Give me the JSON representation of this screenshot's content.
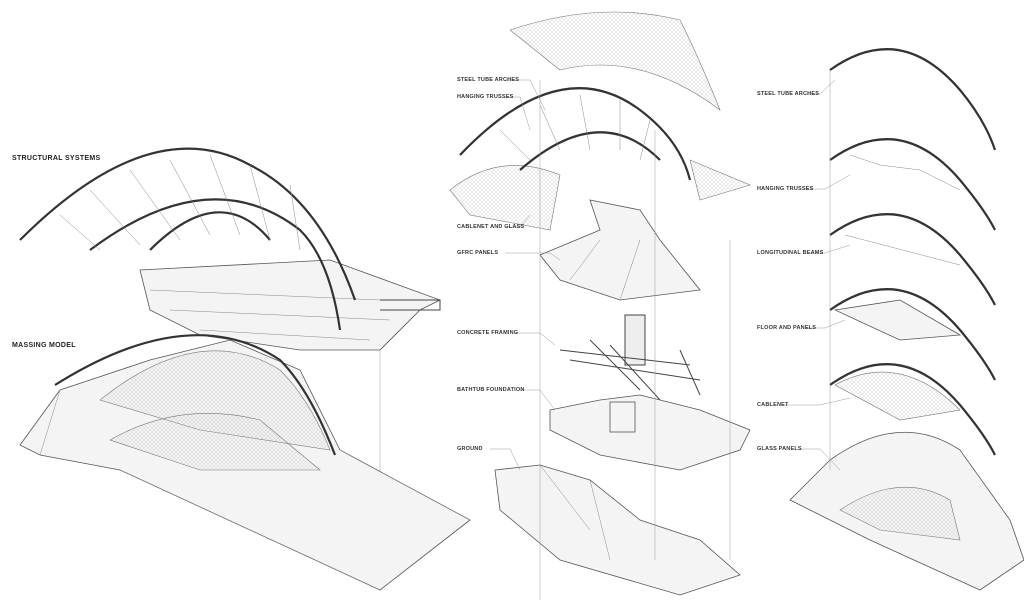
{
  "left": {
    "structural_title": "STRUCTURAL SYSTEMS",
    "massing_title": "MASSING MODEL"
  },
  "exploded": {
    "labels": [
      "STEEL TUBE ARCHES",
      "HANGING TRUSSES",
      "CABLENET AND GLASS",
      "GFRC PANELS",
      "CONCRETE FRAMING",
      "BATHTUB FOUNDATION",
      "GROUND"
    ]
  },
  "sequence": {
    "labels": [
      "STEEL TUBE ARCHES",
      "HANGING TRUSSES",
      "LONGITUDINAL BEAMS",
      "FLOOR AND PANELS",
      "CABLENET",
      "GLASS PANELS"
    ]
  }
}
